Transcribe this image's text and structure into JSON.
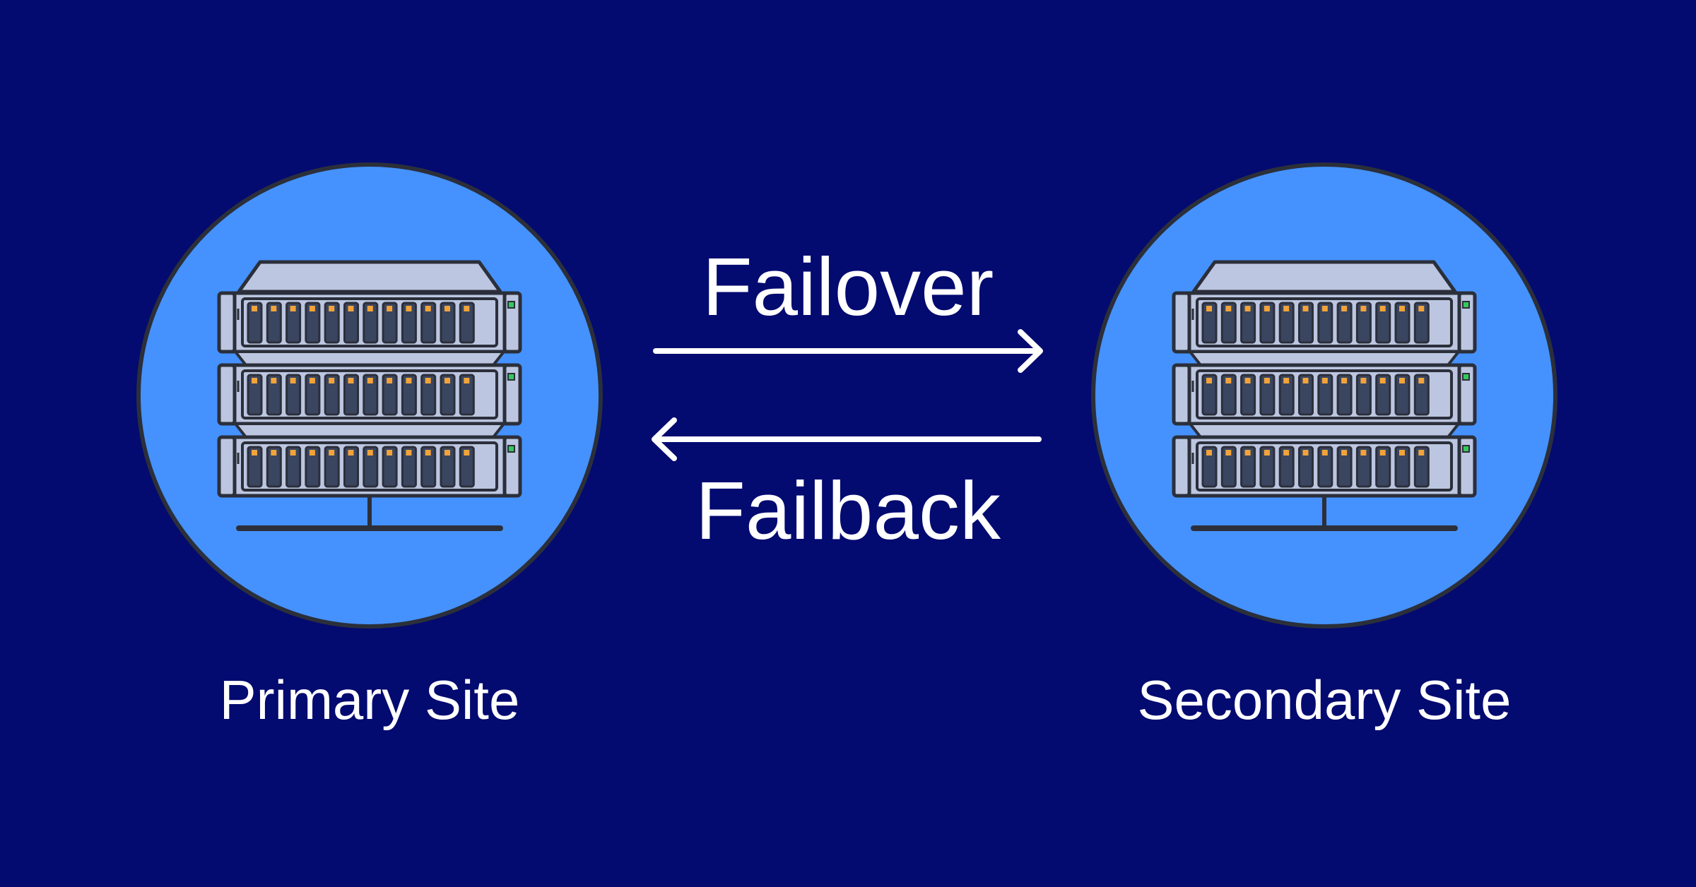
{
  "colors": {
    "background": "#030a70",
    "circle_fill": "#4592ff",
    "circle_stroke": "#2b2f3a",
    "server_body": "#bcc6e0",
    "server_outline": "#2b2f3a",
    "drive_fill": "#3a4560",
    "drive_led": "#f2a33a",
    "status_led": "#35c85a",
    "arrow": "#ffffff",
    "text": "#ffffff"
  },
  "sites": [
    {
      "label": "Primary Site",
      "icon": "server-rack-icon"
    },
    {
      "label": "Secondary Site",
      "icon": "server-rack-icon"
    }
  ],
  "connections": {
    "forward": {
      "label": "Failover",
      "direction": "primary-to-secondary",
      "icon": "arrow-right-icon"
    },
    "backward": {
      "label": "Failback",
      "direction": "secondary-to-primary",
      "icon": "arrow-left-icon"
    }
  }
}
